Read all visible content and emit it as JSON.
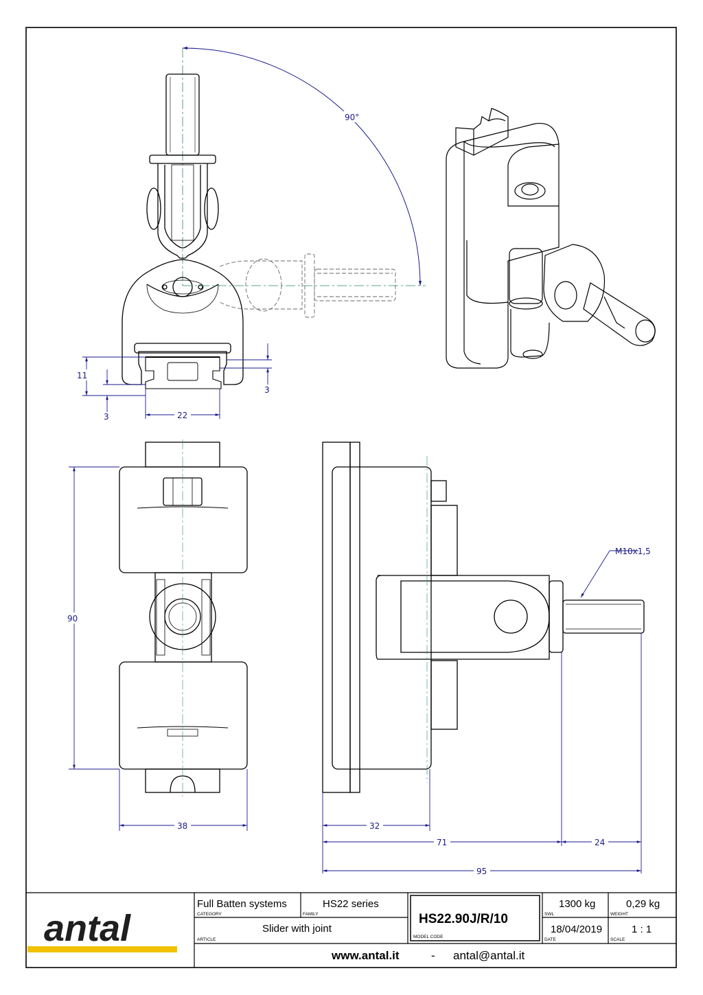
{
  "dimensions": {
    "angle": "90°",
    "d11": "11",
    "d3_right": "3",
    "d3_left": "3",
    "d22": "22",
    "d90": "90",
    "d38": "38",
    "d32": "32",
    "d71": "71",
    "d24": "24",
    "d95": "95",
    "thread": "M10x1,5"
  },
  "title_block": {
    "logo": "antal",
    "category_value": "Full Batten systems",
    "category_label": "CATEGORY",
    "family_value": "HS22 series",
    "family_label": "FAMILY",
    "article_value": "Slider with joint",
    "article_label": "ARTICLE",
    "model_code": "HS22.90J/R/10",
    "model_label": "MODEL CODE",
    "swl_value": "1300 kg",
    "swl_label": "SWL",
    "weight_value": "0,29 kg",
    "weight_label": "WEIGHT",
    "date_value": "18/04/2019",
    "date_label": "DATE",
    "scale_value": "1 : 1",
    "scale_label": "SCALE",
    "website": "www.antal.it",
    "separator": "-",
    "email": "antal@antal.it"
  },
  "colors": {
    "dimension": "#1a1a8c",
    "centerline": "#2a8a5a",
    "outline": "#000000",
    "logo_bar": "#f2c200"
  }
}
